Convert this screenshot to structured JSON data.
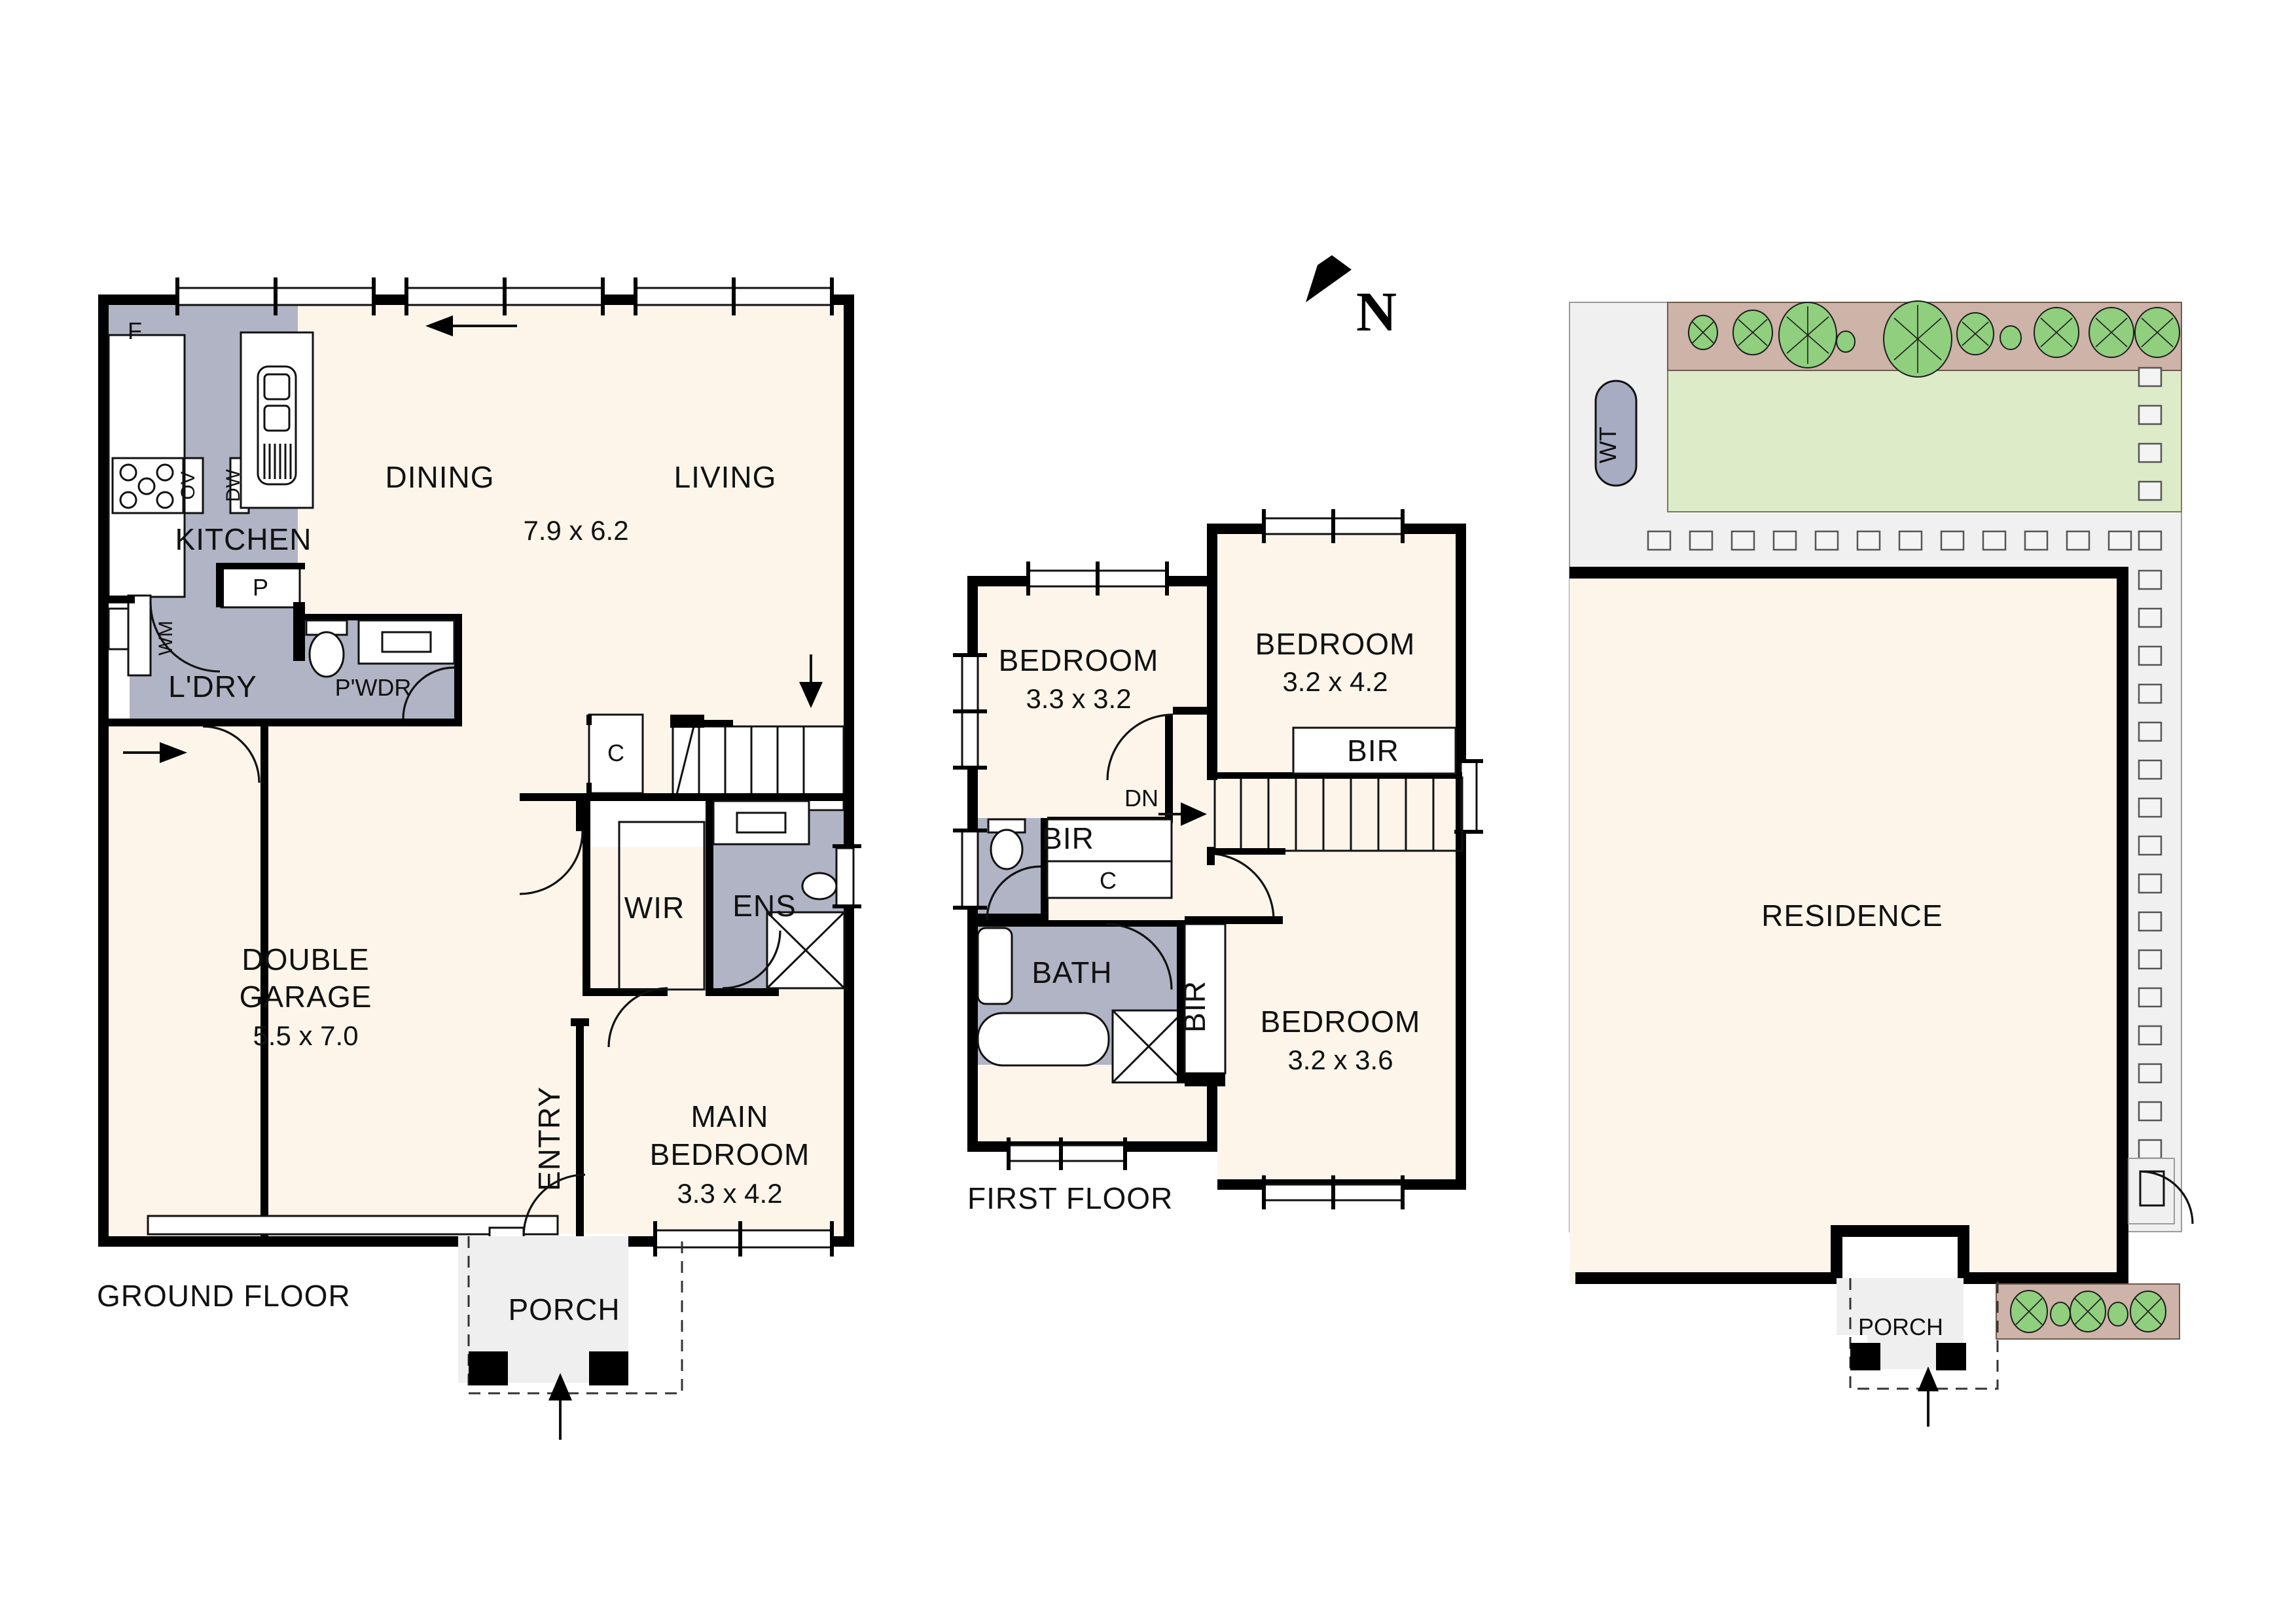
{
  "sheet": {
    "compass_label": "N",
    "compass_icon": "north-arrow-icon"
  },
  "ground_floor": {
    "title": "GROUND FLOOR",
    "rooms": [
      {
        "name": "KITCHEN",
        "dim": ""
      },
      {
        "name": "DINING",
        "dim": ""
      },
      {
        "name": "LIVING",
        "dim": "7.9 x 6.2"
      },
      {
        "name": "L'DRY",
        "dim": ""
      },
      {
        "name": "P'WDR",
        "dim": ""
      },
      {
        "name": "DOUBLE",
        "dim": ""
      },
      {
        "name": "GARAGE",
        "dim": "5.5 x 7.0"
      },
      {
        "name": "ENTRY",
        "dim": ""
      },
      {
        "name": "WIR",
        "dim": ""
      },
      {
        "name": "ENS",
        "dim": ""
      },
      {
        "name": "MAIN",
        "dim": ""
      },
      {
        "name": "BEDROOM",
        "dim": "3.3 x 4.2"
      },
      {
        "name": "PORCH",
        "dim": ""
      }
    ],
    "labels": {
      "kitchen": "KITCHEN",
      "dining": "DINING",
      "living": "LIVING",
      "living_dim": "7.9 x 6.2",
      "fridge": "F",
      "oven": "OV",
      "dishwasher": "DW",
      "pantry": "P",
      "washing_machine": "WM",
      "laundry": "L'DRY",
      "powder": "P'WDR",
      "garage_l1": "DOUBLE",
      "garage_l2": "GARAGE",
      "garage_dim": "5.5 x 7.0",
      "entry": "ENTRY",
      "cupboard": "C",
      "wir": "WIR",
      "ens": "ENS",
      "main_l1": "MAIN",
      "main_l2": "BEDROOM",
      "main_dim": "3.3 x 4.2",
      "porch": "PORCH"
    }
  },
  "first_floor": {
    "title": "FIRST FLOOR",
    "labels": {
      "bed2_name": "BEDROOM",
      "bed2_dim": "3.3 x 3.2",
      "bed3_name": "BEDROOM",
      "bed3_dim": "3.2 x 4.2",
      "bed4_name": "BEDROOM",
      "bed4_dim": "3.2 x 3.6",
      "bath": "BATH",
      "bir_1": "BIR",
      "bir_2": "BIR",
      "bir_3": "BIR",
      "cupboard": "C",
      "down": "DN"
    }
  },
  "site_plan": {
    "labels": {
      "residence": "RESIDENCE",
      "porch": "PORCH",
      "water_tank": "WT"
    }
  },
  "colors": {
    "room_fill": "#FDF5EA",
    "wet_area_fill": "#B0B4C4",
    "wall": "#000000",
    "lawn": "#DDEBC8",
    "garden_bed": "#CDB3A8",
    "paving": "#F0F0F0",
    "tree": "#8FCF7E",
    "porch_fill": "#EFEFEF",
    "water_tank": "#A8ACC2"
  }
}
